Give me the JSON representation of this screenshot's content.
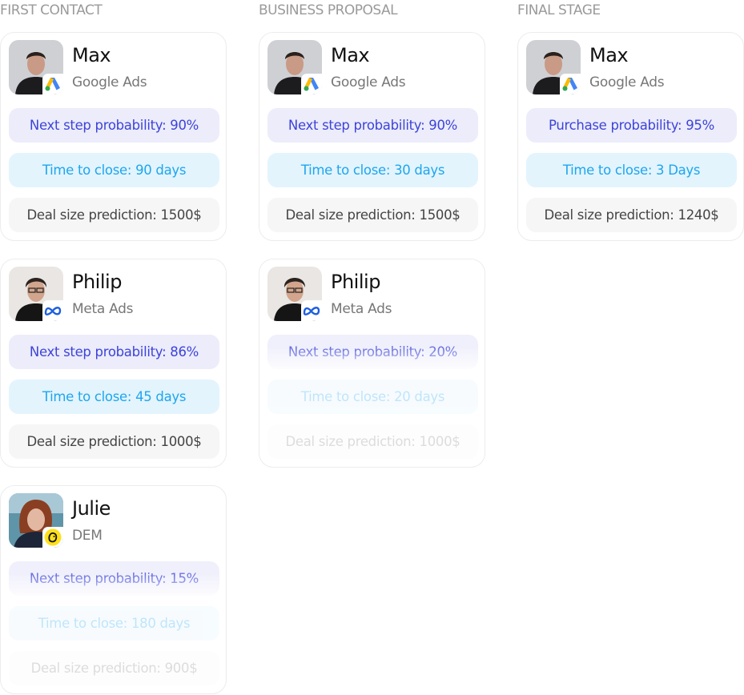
{
  "columns": [
    {
      "title": "FIRST CONTACT",
      "cards": [
        {
          "name": "Max",
          "source": "Google Ads",
          "source_icon": "google-ads-icon",
          "stats": [
            "Next step probability: 90%",
            "Time to close: 90 days",
            "Deal size prediction: 1500$"
          ]
        },
        {
          "name": "Philip",
          "source": "Meta Ads",
          "source_icon": "meta-icon",
          "stats": [
            "Next step probability: 86%",
            "Time to close: 45 days",
            "Deal size prediction: 1000$"
          ]
        },
        {
          "name": "Julie",
          "source": "DEM",
          "source_icon": "mailchimp-icon",
          "stats": [
            "Next step probability: 15%",
            "Time to close: 180 days",
            "Deal size prediction: 900$"
          ]
        }
      ]
    },
    {
      "title": "BUSINESS PROPOSAL",
      "cards": [
        {
          "name": "Max",
          "source": "Google Ads",
          "source_icon": "google-ads-icon",
          "stats": [
            "Next step probability: 90%",
            "Time to close: 30 days",
            "Deal size prediction: 1500$"
          ]
        },
        {
          "name": "Philip",
          "source": "Meta Ads",
          "source_icon": "meta-icon",
          "stats": [
            "Next step probability: 20%",
            "Time to close: 20 days",
            "Deal size prediction: 1000$"
          ]
        }
      ]
    },
    {
      "title": "FINAL STAGE",
      "cards": [
        {
          "name": "Max",
          "source": "Google Ads",
          "source_icon": "google-ads-icon",
          "stats": [
            "Purchase probability: 95%",
            "Time to close: 3 Days",
            "Deal size prediction: 1240$"
          ]
        }
      ]
    }
  ]
}
